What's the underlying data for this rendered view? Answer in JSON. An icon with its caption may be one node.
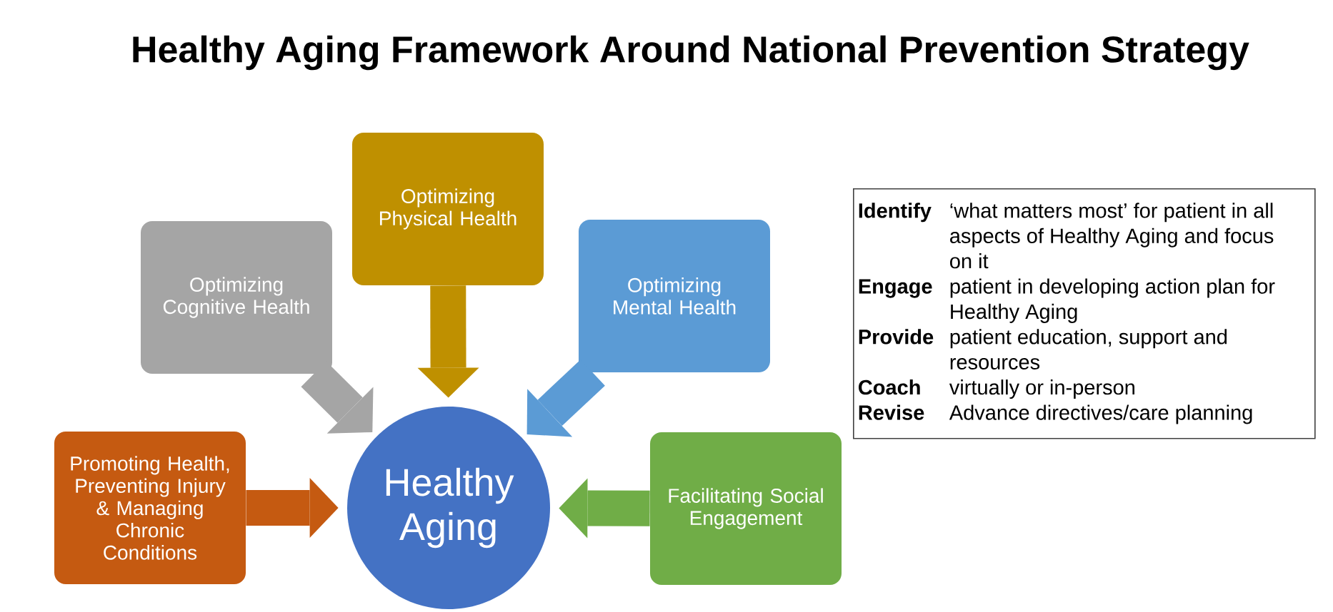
{
  "diagram": {
    "title": "Healthy Aging Framework Around National Prevention Strategy",
    "nodes": [
      {
        "text": [
          "Optimizing Physical Health"
        ]
      },
      {
        "text": [
          "Optimizing Cognitive Health"
        ]
      },
      {
        "text": [
          "Optimizing Mental Health"
        ]
      },
      {
        "text": [
          "Identify",
          "‘what matters most’ for patient in all aspects of Healthy Aging and focus on it",
          "Engage",
          "patient in developing action plan for Healthy Aging",
          "Provide",
          "patient education, support and resources",
          "Coach",
          "virtually or in-person",
          "Revise",
          "Advance directives/care planning"
        ]
      },
      {
        "text": [
          "Promoting Health, Preventing Injury & Managing Chronic Conditions"
        ]
      },
      {
        "text": [
          "Healthy Aging"
        ]
      },
      {
        "text": [
          "Facilitating Social Engagement"
        ]
      }
    ],
    "edges": [
      {
        "from": 0,
        "to": 5,
        "arrow": "to",
        "color": "#bf9000"
      },
      {
        "from": 1,
        "to": 5,
        "arrow": "to",
        "color": "#a5a5a5"
      },
      {
        "from": 2,
        "to": 5,
        "arrow": "to",
        "color": "#5b9bd5"
      },
      {
        "from": 4,
        "to": 5,
        "arrow": "to",
        "color": "#c55a11"
      },
      {
        "from": 6,
        "to": 5,
        "arrow": "to",
        "color": "#70ad47"
      }
    ]
  }
}
